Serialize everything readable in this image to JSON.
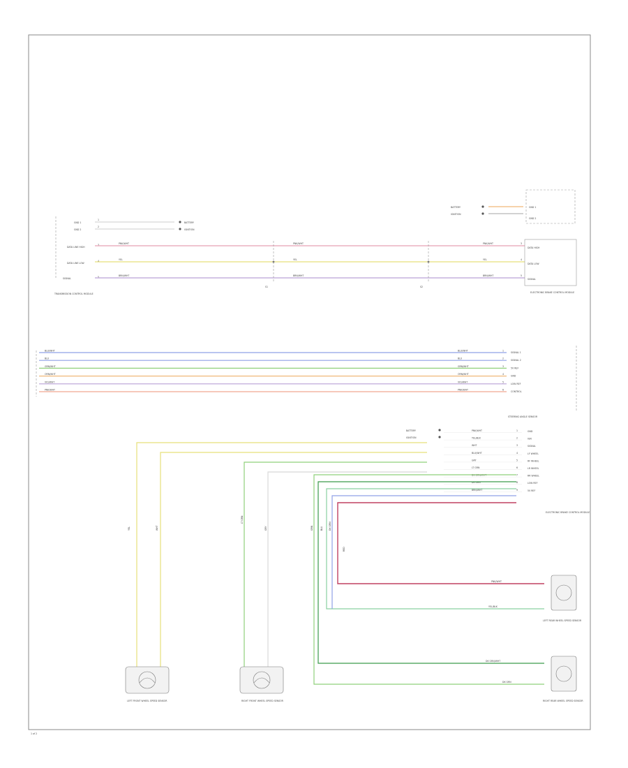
{
  "diagram": {
    "page_ref": "1 of 2",
    "colors": {
      "pink": "#e8a0b4",
      "yellow": "#e6e07a",
      "violet": "#b9a0d6",
      "blue": "#8fa0e6",
      "green": "#8fd07a",
      "orange": "#f0b878",
      "salmon": "#f0a890",
      "gray": "#b8b8b8",
      "darkred": "#c04060",
      "darkgreen": "#3a9a4a",
      "lightgreen": "#8ad0a0"
    }
  },
  "sec1": {
    "left_pins": [
      "1",
      "2",
      "3",
      "4",
      "5"
    ],
    "left_names": [
      "GND 1",
      "GND 2",
      "DATA LINE HIGH",
      "DATA LINE LOW",
      "SIGNAL"
    ],
    "wire_labels": [
      "PNK/WHT",
      "YEL",
      "BRN/WHT"
    ],
    "splice_labels": [
      "S1",
      "S2"
    ],
    "caption": "TRANSMISSION CONTROL MODULE",
    "right_pins": [
      "1",
      "2",
      "3",
      "4",
      "5"
    ],
    "right_names": [
      "GND 1",
      "GND 2",
      "DATA HIGH",
      "DATA LOW",
      "SIGNAL"
    ],
    "right_caption": "ELECTRONIC BRAKE CONTROL MODULE",
    "top_labels": [
      "BATTERY",
      "IGNITION"
    ]
  },
  "sec2": {
    "wires": [
      {
        "label": "BLU/WHT",
        "pin": "1"
      },
      {
        "label": "BLU",
        "pin": "2"
      },
      {
        "label": "GRN/WHT",
        "pin": "3"
      },
      {
        "label": "ORN/WHT",
        "pin": "4"
      },
      {
        "label": "VIO/WHT",
        "pin": "5"
      },
      {
        "label": "PNK/WHT",
        "pin": "6"
      }
    ],
    "right_names": [
      "SIGNAL 1",
      "SIGNAL 2",
      "5V REF",
      "GND",
      "LOW REF",
      "CONTROL"
    ],
    "caption": "STEERING ANGLE SENSOR"
  },
  "sec3": {
    "top_labels": [
      "BATTERY",
      "IGNITION"
    ],
    "rows": [
      {
        "label": "PNK/WHT",
        "pin": "1"
      },
      {
        "label": "YEL/BLK",
        "pin": "2"
      },
      {
        "label": "WHT",
        "pin": "3"
      },
      {
        "label": "BLU/WHT",
        "pin": "4"
      },
      {
        "label": "GRY",
        "pin": "5"
      },
      {
        "label": "LT GRN",
        "pin": "6"
      },
      {
        "label": "DK GRN/WHT",
        "pin": "7"
      },
      {
        "label": "DK GRN",
        "pin": "8"
      },
      {
        "label": "BRN/WHT",
        "pin": "9"
      }
    ],
    "right_names": [
      "GND",
      "IGN",
      "SIGNAL",
      "LF WHEEL",
      "RF WHEEL",
      "LR WHEEL",
      "RR WHEEL",
      "LOW REF",
      "5V REF"
    ],
    "module_caption": "ELECTRONIC BRAKE CONTROL MODULE",
    "sensor_labels": [
      "LEFT FRONT WHEEL SPEED SENSOR",
      "RIGHT FRONT WHEEL SPEED SENSOR",
      "LEFT REAR WHEEL SPEED SENSOR",
      "RIGHT REAR WHEEL SPEED SENSOR"
    ],
    "sensor_wire_labels": [
      "PNK/WHT",
      "YEL/BLK",
      "DK GRN/WHT",
      "DK GRN"
    ],
    "vertical_labels": [
      "YEL",
      "WHT",
      "LT GRN",
      "GRY",
      "GRN",
      "BLU",
      "DK GRN",
      "RED"
    ]
  }
}
